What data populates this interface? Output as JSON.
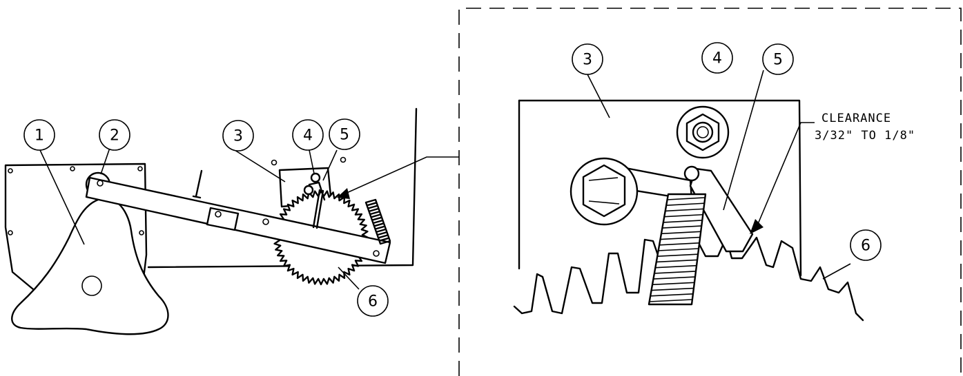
{
  "overview": {
    "callouts": [
      "1",
      "2",
      "3",
      "4",
      "5",
      "6"
    ]
  },
  "detail": {
    "callouts": [
      "3",
      "4",
      "5",
      "6"
    ],
    "note_line1": "CLEARANCE",
    "note_line2": "3/32\" TO 1/8\""
  }
}
